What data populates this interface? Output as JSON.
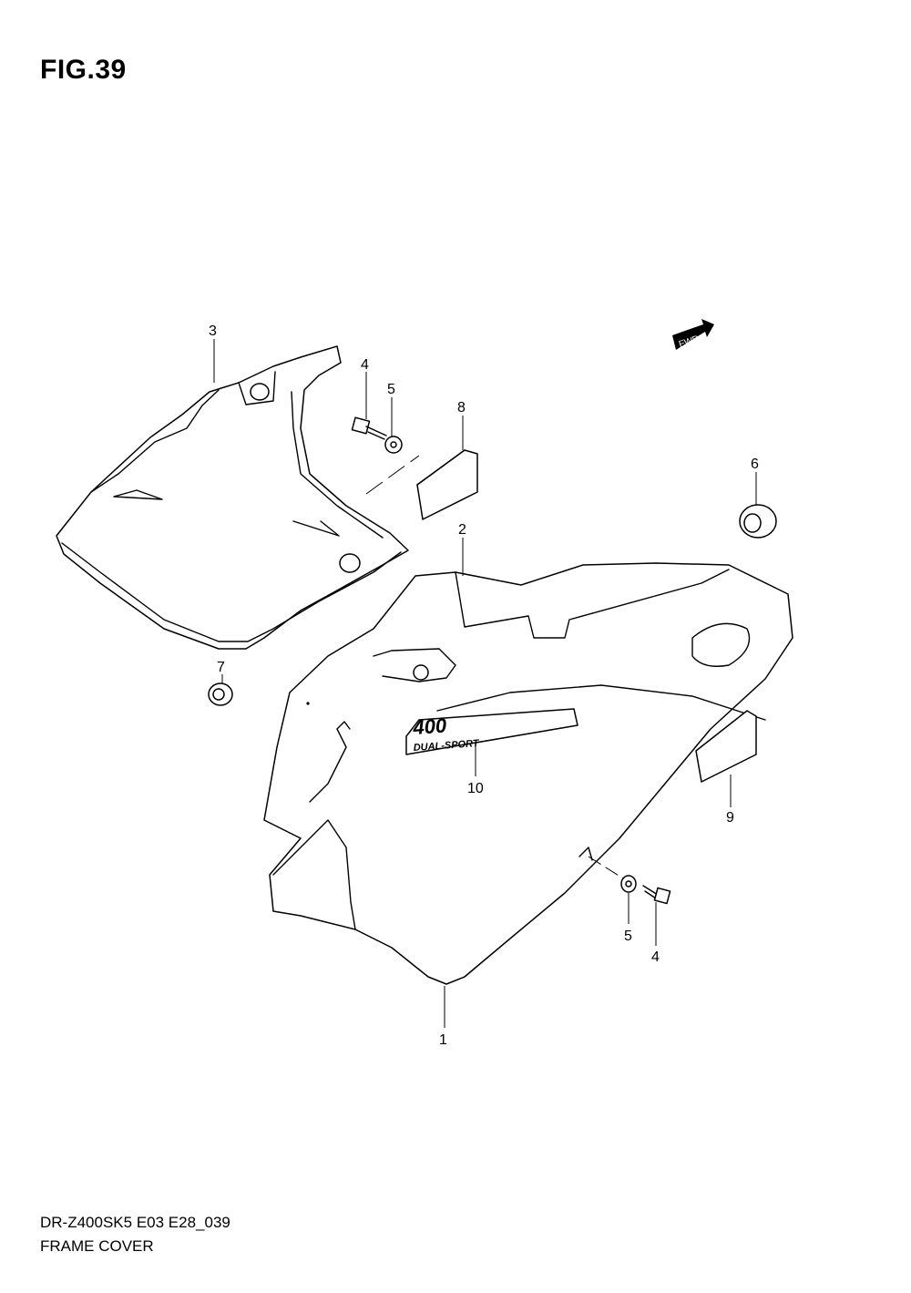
{
  "figure": {
    "title": "FIG.39"
  },
  "footer": {
    "model_code": "DR-Z400SK5 E03 E28_039",
    "section_name": "FRAME COVER"
  },
  "fwd_badge": {
    "label": "FWD"
  },
  "decal_text": {
    "main": "400",
    "sub": "DUAL-SPORT"
  },
  "callouts": {
    "c1": "1",
    "c2": "2",
    "c3": "3",
    "c4a": "4",
    "c4b": "4",
    "c5a": "5",
    "c5b": "5",
    "c6": "6",
    "c7": "7",
    "c8": "8",
    "c9": "9",
    "c10": "10"
  }
}
